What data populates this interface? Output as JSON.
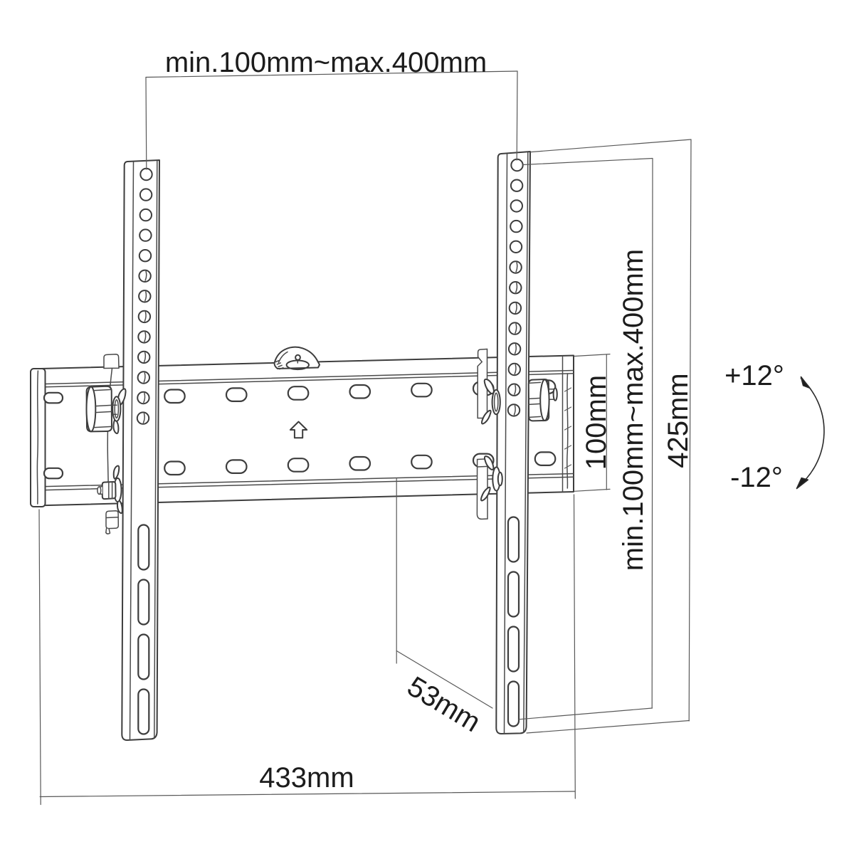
{
  "diagram": {
    "type": "technical-dimension-drawing",
    "subject": "Tilting TV wall mount bracket",
    "background_color": "#ffffff",
    "line_color": "#3d3d3d",
    "dimension_line_color": "#5a5a5a",
    "text_color": "#1c1c1c"
  },
  "dimensions": {
    "vesa_width": "min.100mm~max.400mm",
    "vesa_height": "min.100mm~max.400mm",
    "arm_height": "425mm",
    "plate_height": "100mm",
    "plate_width": "433mm",
    "depth": "53mm",
    "tilt_up": "+12°",
    "tilt_down": "-12°"
  }
}
